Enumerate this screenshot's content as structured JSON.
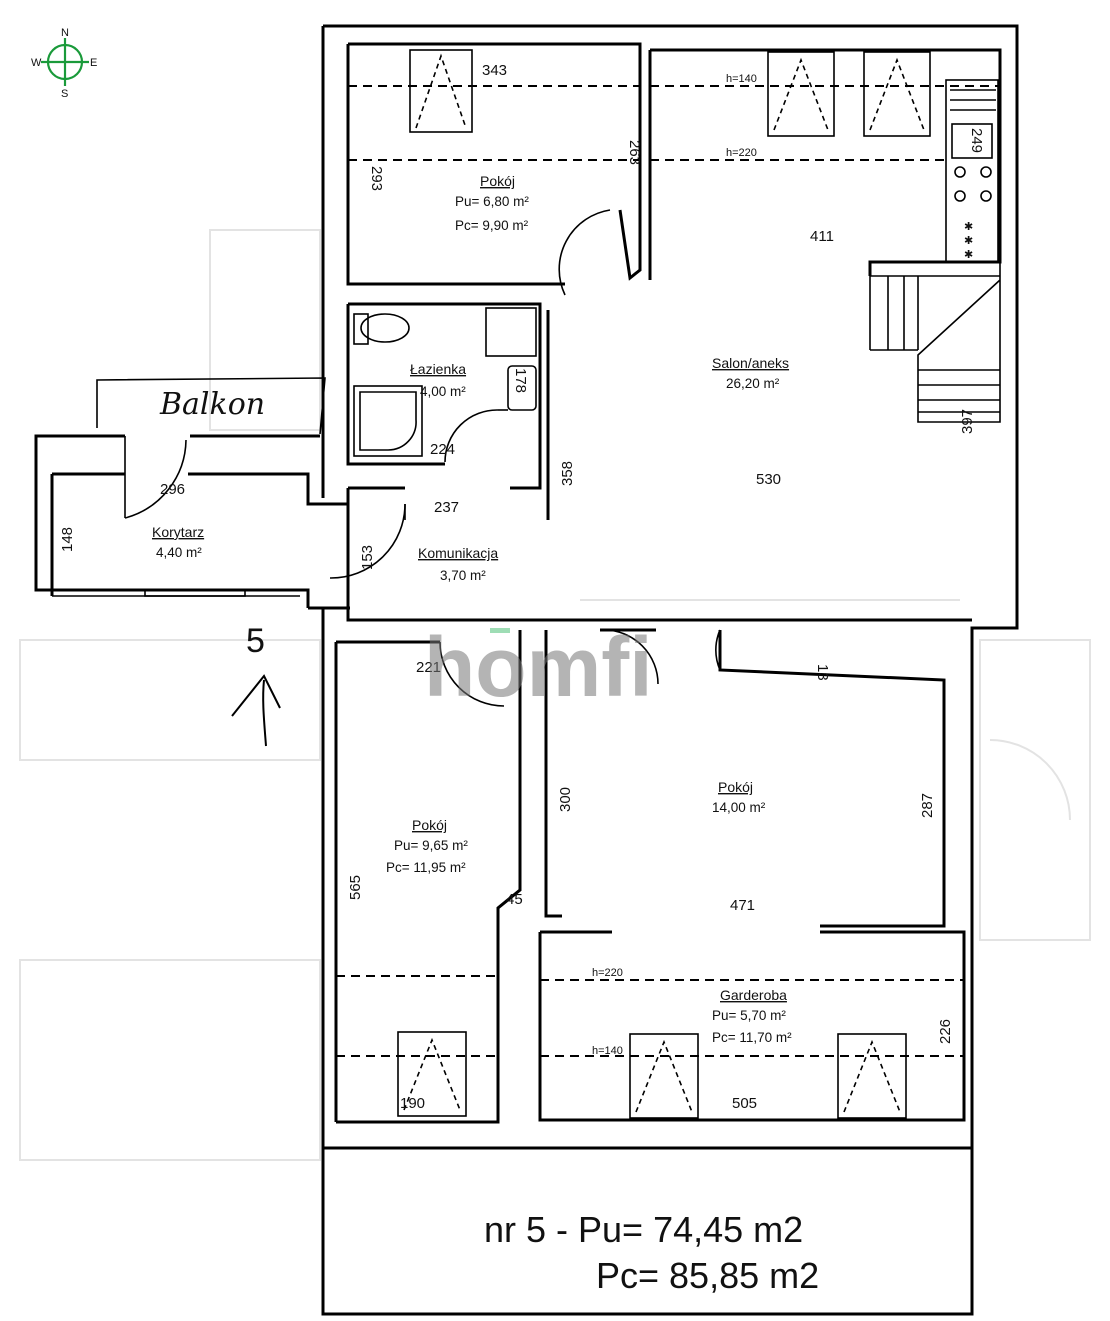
{
  "compass": {
    "n": "N",
    "s": "S",
    "e": "E",
    "w": "W"
  },
  "watermark": "homfi",
  "balcony_label": "Balkon",
  "floor_number": "5",
  "rooms": {
    "pokoj1": {
      "name": "Pokój",
      "pu": "Pu=  6,80 m²",
      "pc": "Pc=  9,90 m²"
    },
    "salon": {
      "name": "Salon/aneks",
      "area": "26,20 m²"
    },
    "lazienka": {
      "name": "Łazienka",
      "area": "4,00 m²"
    },
    "korytarz": {
      "name": "Korytarz",
      "area": "4,40 m²"
    },
    "komunikacja": {
      "name": "Komunikacja",
      "area": "3,70 m²"
    },
    "pokoj2": {
      "name": "Pokój",
      "pu": "Pu= 9,65 m²",
      "pc": "Pc= 11,95 m²"
    },
    "pokoj3": {
      "name": "Pokój",
      "area": "14,00 m²"
    },
    "garderoba": {
      "name": "Garderoba",
      "pu": "Pu=  5,70 m²",
      "pc": "Pc= 11,70 m²"
    }
  },
  "dims": {
    "d343": "343",
    "d293": "293",
    "d263": "263",
    "d411": "411",
    "d249": "249",
    "d178": "178",
    "d224": "224",
    "d358": "358",
    "d530": "530",
    "d397": "397",
    "d296": "296",
    "d148": "148",
    "d237": "237",
    "d153": "153",
    "d221": "221",
    "d13": "13",
    "d300": "300",
    "d287": "287",
    "d565": "565",
    "d45": "45",
    "d471": "471",
    "d226": "226",
    "d190": "190",
    "d505": "505"
  },
  "heights": {
    "h140a": "h=140",
    "h220a": "h=220",
    "h220b": "h=220",
    "h140b": "h=140"
  },
  "summary": {
    "line1": "nr 5 - Pu= 74,45 m2",
    "line2": "Pc= 85,85 m2"
  }
}
